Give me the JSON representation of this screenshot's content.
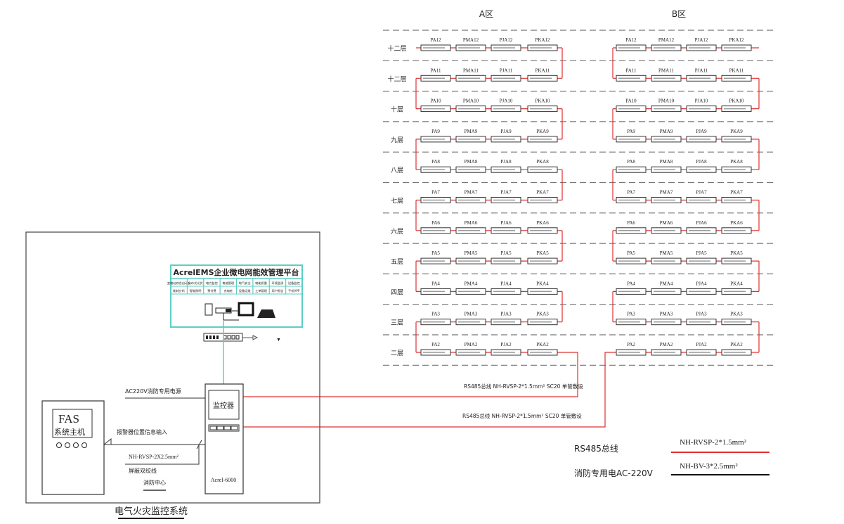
{
  "zones": [
    {
      "name": "A区",
      "prefix_suffix": "A"
    },
    {
      "name": "B区",
      "prefix_suffix": "A"
    }
  ],
  "floors": [
    {
      "label": "十二层",
      "num": "12"
    },
    {
      "label": "十二层",
      "num": "11"
    },
    {
      "label": "十层",
      "num": "10"
    },
    {
      "label": "九层",
      "num": "9"
    },
    {
      "label": "八层",
      "num": "8"
    },
    {
      "label": "七层",
      "num": "7"
    },
    {
      "label": "六层",
      "num": "6"
    },
    {
      "label": "五层",
      "num": "5"
    },
    {
      "label": "四层",
      "num": "4"
    },
    {
      "label": "三层",
      "num": "3"
    },
    {
      "label": "二层",
      "num": "2"
    }
  ],
  "device_prefixes": [
    "PA",
    "PMA",
    "PJA",
    "PKA"
  ],
  "bus_labels": {
    "a": "RS485总线 NH-RVSP-2*1.5mm² SC20 单管敷设",
    "b": "RS485总线 NH-RVSP-2*1.5mm² SC20 单管敷设"
  },
  "platform": {
    "title": "AcrelEMS企业微电网能效管理平台",
    "row1": [
      "变电站综合自动化",
      "分布式光伏",
      "电力监控",
      "电能管理",
      "电气安全",
      "电能质量",
      "环境监测",
      "设备监控"
    ],
    "row2": [
      "能耗分析",
      "智能照明",
      "预付费",
      "充电桩",
      "设备运维",
      "工单管理",
      "用户报告",
      "手机APP"
    ]
  },
  "monitor": {
    "screen_label": "监控器",
    "model": "Acrel-6000"
  },
  "fas": {
    "title": "FAS",
    "subtitle": "系统主机"
  },
  "wiring": {
    "power_label": "AC220V消防专用电源",
    "signal_label": "报警器位置信息输入",
    "cable_label": "NH-RVSP-2X2.5mm²",
    "cable_type": "屏蔽双绞线",
    "center_label": "消防中心"
  },
  "system_title": "电气火灾监控系统",
  "legend": [
    {
      "name": "RS485总线",
      "spec": "NH-RVSP-2*1.5mm²",
      "color": "#e03030"
    },
    {
      "name": "消防专用电AC-220V",
      "spec": "NH-BV-3*2.5mm²",
      "color": "#111111"
    }
  ],
  "colors": {
    "bus": "#e03030",
    "network": "#5ccfc4",
    "line": "#333333"
  }
}
